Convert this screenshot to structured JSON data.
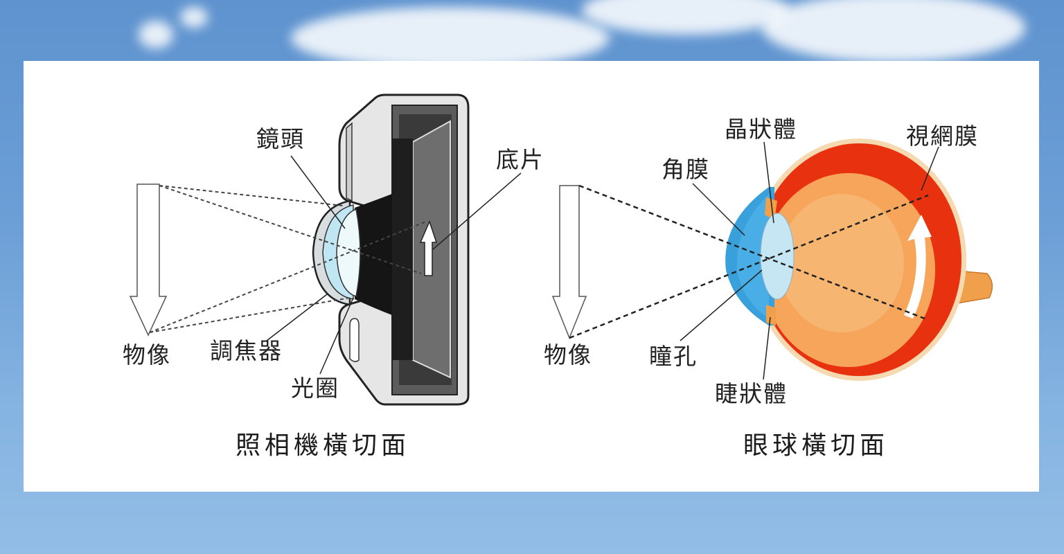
{
  "background": {
    "sky_top_color": "#5f93cf",
    "sky_bottom_color": "#92bde6",
    "panel_color": "#ffffff"
  },
  "camera": {
    "caption": "照相機橫切面",
    "labels": {
      "lens": "鏡頭",
      "film": "底片",
      "object": "物像",
      "focus": "調焦器",
      "aperture": "光圈"
    }
  },
  "eye": {
    "caption": "眼球橫切面",
    "labels": {
      "lens": "晶狀體",
      "retina": "視網膜",
      "cornea": "角膜",
      "object": "物像",
      "pupil": "瞳孔",
      "ciliary_body": "睫狀體"
    },
    "colors": {
      "sclera": "#e8320f",
      "vitreous": "#f6a55a",
      "cornea": "#3aa0dc",
      "lens": "#bfe3f2",
      "nerve": "#f0a04a"
    }
  }
}
